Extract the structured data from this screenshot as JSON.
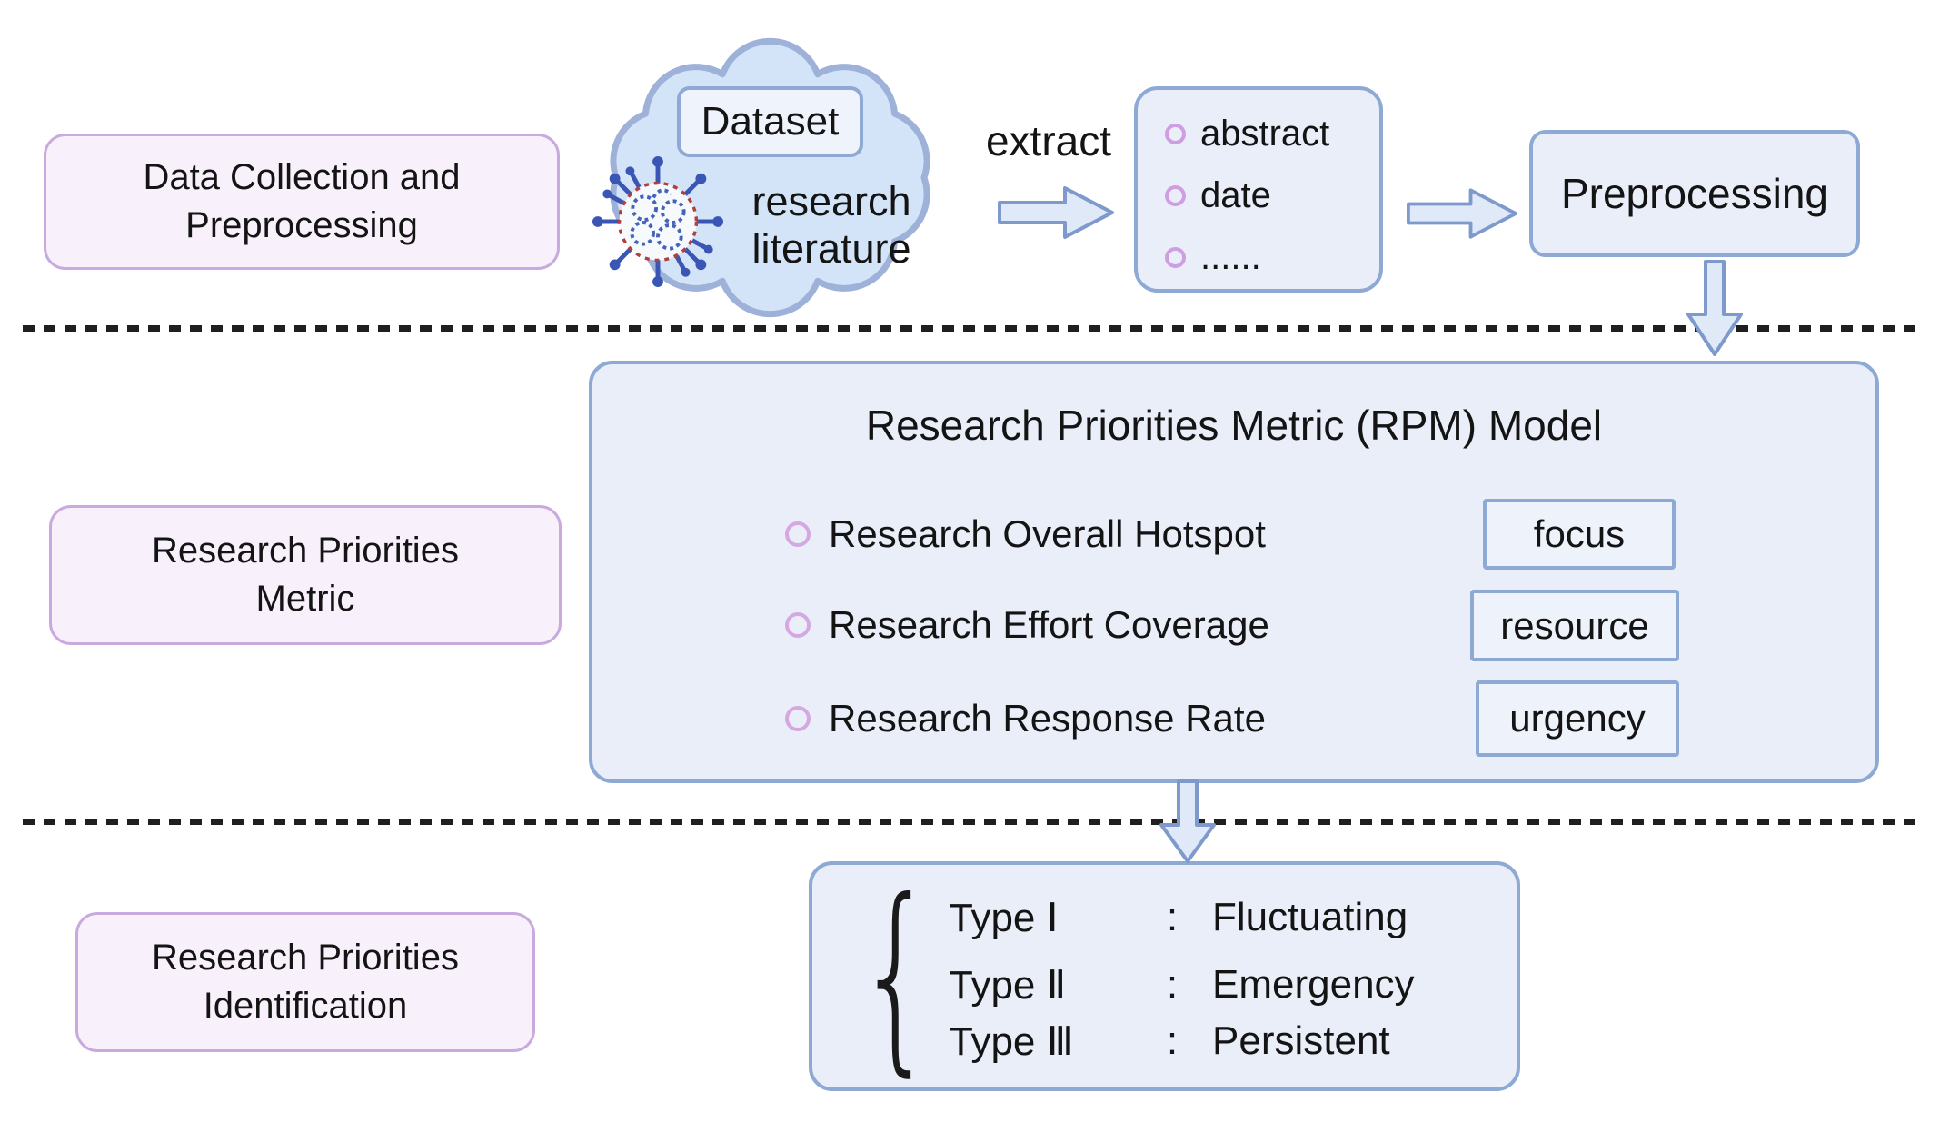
{
  "diagram": {
    "row1": {
      "label": "Data Collection and\nPreprocessing",
      "cloud_badge": "Dataset",
      "cloud_text": "research\nliterature",
      "extract_label": "extract",
      "fields": [
        "abstract",
        "date",
        "......"
      ],
      "preprocessing_label": "Preprocessing"
    },
    "row2": {
      "label": "Research Priorities\nMetric",
      "rpm_title": "Research Priorities Metric (RPM) Model",
      "metrics": [
        {
          "name": "Research Overall Hotspot",
          "tag": "focus"
        },
        {
          "name": "Research Effort Coverage",
          "tag": "resource"
        },
        {
          "name": "Research Response Rate",
          "tag": "urgency"
        }
      ]
    },
    "row3": {
      "label": "Research Priorities\nIdentification",
      "brace": "{",
      "types": [
        {
          "name": "Type Ⅰ",
          "separator": ":",
          "value": "Fluctuating"
        },
        {
          "name": "Type Ⅱ",
          "separator": ":",
          "value": "Emergency"
        },
        {
          "name": "Type Ⅲ",
          "separator": ":",
          "value": "Persistent"
        }
      ]
    },
    "colors": {
      "pink_fill": "#f8f0fb",
      "pink_border": "#c9aade",
      "blue_fill": "#e9eef9",
      "blue_border": "#8da9d4",
      "arrow_fill": "#dfe9f8",
      "arrow_border": "#7e99cb",
      "cloud_fill": "#d4e4f8",
      "cloud_border": "#9db1d9",
      "bullet_pink": "#cf9de2",
      "virus_blue": "#3a56b5",
      "virus_ring_red": "#b04040",
      "dash_black": "#1f1f1f"
    }
  }
}
